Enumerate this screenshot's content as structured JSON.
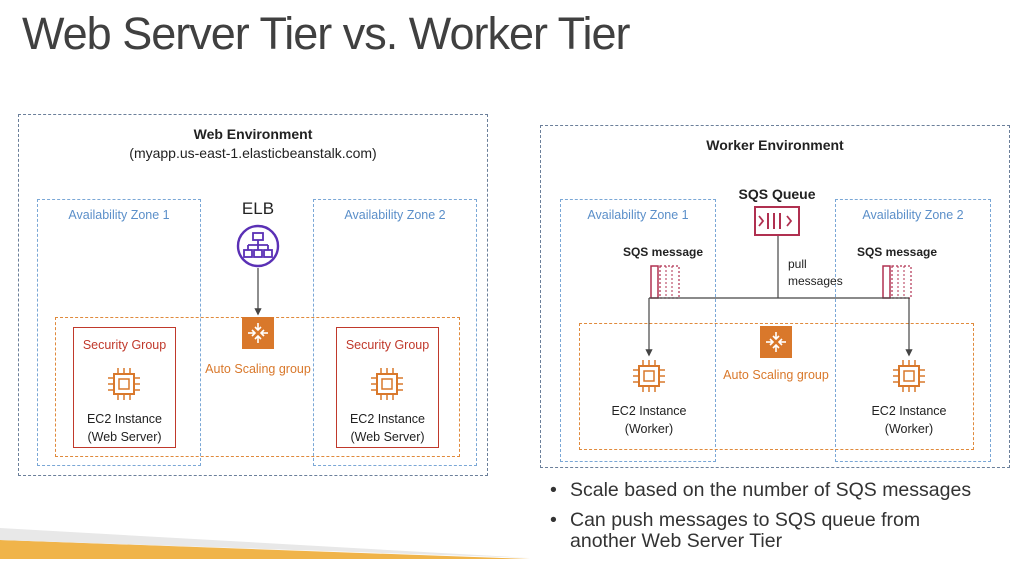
{
  "title": "Web Server Tier vs. Worker Tier",
  "web": {
    "title": "Web Environment",
    "url": "(myapp.us-east-1.elasticbeanstalk.com)",
    "elb_label": "ELB",
    "az1": "Availability Zone 1",
    "az2": "Availability Zone 2",
    "asg": "Auto Scaling group",
    "sg1": "Security Group",
    "sg2": "Security Group",
    "inst1_line1": "EC2 Instance",
    "inst1_line2": "(Web Server)",
    "inst2_line1": "EC2 Instance",
    "inst2_line2": "(Web Server)"
  },
  "worker": {
    "title": "Worker Environment",
    "sqs_queue": "SQS Queue",
    "az1": "Availability Zone 1",
    "az2": "Availability Zone 2",
    "sqs_msg1": "SQS message",
    "sqs_msg2": "SQS message",
    "pull_line1": "pull",
    "pull_line2": "messages",
    "asg": "Auto Scaling group",
    "inst1_line1": "EC2 Instance",
    "inst1_line2": "(Worker)",
    "inst2_line1": "EC2 Instance",
    "inst2_line2": "(Worker)"
  },
  "bullets": [
    "Scale based on the number of SQS messages",
    "Can push messages to SQS queue from another Web Server Tier"
  ],
  "colors": {
    "env_border": "#6b7f9a",
    "az_blue": "#5b8fc9",
    "asg_orange": "#e08a3c",
    "sg_red": "#c0392b",
    "elb_purple": "#5a30b5",
    "sqs_red": "#b03050",
    "footer_gold": "#f0b44a"
  }
}
